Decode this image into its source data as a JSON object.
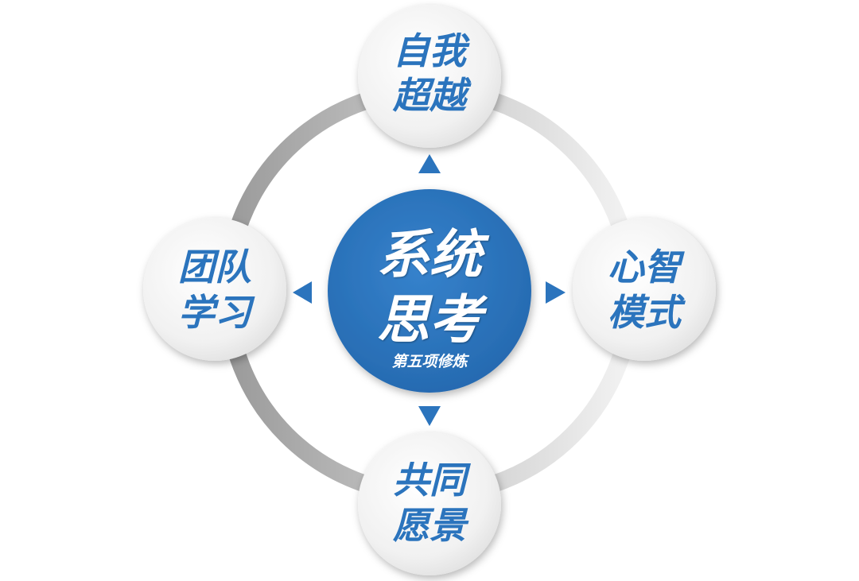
{
  "center": {
    "line1": "系统",
    "line2": "思考",
    "subtitle": "第五项修炼"
  },
  "nodes": {
    "top": {
      "line1": "自我",
      "line2": "超越"
    },
    "right": {
      "line1": "心智",
      "line2": "模式"
    },
    "bottom": {
      "line1": "共同",
      "line2": "愿景"
    },
    "left": {
      "line1": "团队",
      "line2": "学习"
    }
  },
  "colors": {
    "center_fill": "#2B74BD",
    "node_text": "#2B74BD",
    "arrow": "#2B74BD",
    "node_fill": "#F2F2F2",
    "ring_light": "#EEEEEE",
    "ring_dark": "#A6A6A6",
    "center_text": "#FFFFFF"
  }
}
